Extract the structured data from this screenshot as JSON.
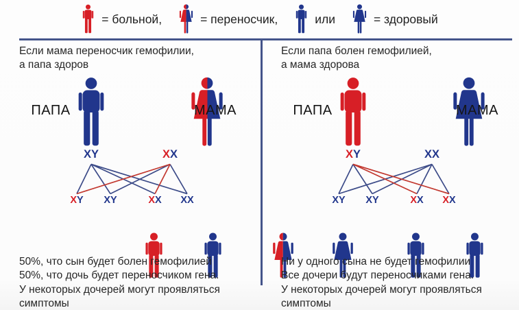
{
  "colors": {
    "red": "#d71f26",
    "blue": "#21368c",
    "line_red": "#c2382f",
    "line_blue": "#3c4b88",
    "divider": "#44548a"
  },
  "legend": {
    "items": [
      {
        "figure": {
          "type": "man",
          "status": "sick"
        },
        "label": "= больной,"
      },
      {
        "figure": {
          "type": "woman",
          "status": "carrier"
        },
        "label": "= переносчик,"
      },
      {
        "figure": {
          "type": "man",
          "status": "healthy"
        },
        "label": "или"
      },
      {
        "figure": {
          "type": "woman",
          "status": "healthy"
        },
        "label": "= здоровый"
      }
    ]
  },
  "panels": [
    {
      "header": [
        "Если мама переносчик гемофилии,",
        "а папа здоров"
      ],
      "father": {
        "label": "ПАПА",
        "figure": {
          "type": "man",
          "status": "healthy"
        },
        "karyotype": [
          {
            "ch": "X",
            "color": "blue"
          },
          {
            "ch": "Y",
            "color": "blue"
          }
        ]
      },
      "mother": {
        "label": "МАМА",
        "figure": {
          "type": "woman",
          "status": "carrier"
        },
        "karyotype": [
          {
            "ch": "X",
            "color": "red"
          },
          {
            "ch": "X",
            "color": "blue"
          }
        ]
      },
      "lines": [
        {
          "from": "father",
          "to": 0,
          "color": "blue"
        },
        {
          "from": "father",
          "to": 1,
          "color": "blue"
        },
        {
          "from": "father",
          "to": 2,
          "color": "blue"
        },
        {
          "from": "father",
          "to": 3,
          "color": "blue"
        },
        {
          "from": "mother",
          "to": 1,
          "color": "blue"
        },
        {
          "from": "mother",
          "to": 3,
          "color": "blue"
        },
        {
          "from": "mother",
          "to": 0,
          "color": "red"
        },
        {
          "from": "mother",
          "to": 2,
          "color": "red"
        }
      ],
      "children": [
        {
          "karyotype": [
            {
              "ch": "X",
              "color": "red"
            },
            {
              "ch": "Y",
              "color": "blue"
            }
          ],
          "figure": {
            "type": "man",
            "status": "sick"
          }
        },
        {
          "karyotype": [
            {
              "ch": "X",
              "color": "blue"
            },
            {
              "ch": "Y",
              "color": "blue"
            }
          ],
          "figure": {
            "type": "man",
            "status": "healthy"
          }
        },
        {
          "karyotype": [
            {
              "ch": "X",
              "color": "red"
            },
            {
              "ch": "X",
              "color": "blue"
            }
          ],
          "figure": {
            "type": "woman",
            "status": "carrier"
          }
        },
        {
          "karyotype": [
            {
              "ch": "X",
              "color": "blue"
            },
            {
              "ch": "X",
              "color": "blue"
            }
          ],
          "figure": {
            "type": "woman",
            "status": "healthy"
          }
        }
      ],
      "result": [
        "50%, что сын будет болен гемофилией",
        "50%, что дочь будет переносчиком гена.",
        "У некоторых дочерей могут проявляться",
        "симптомы"
      ]
    },
    {
      "header": [
        "Если папа болен гемофилией,",
        "а мама здорова"
      ],
      "father": {
        "label": "ПАПА",
        "figure": {
          "type": "man",
          "status": "sick"
        },
        "karyotype": [
          {
            "ch": "X",
            "color": "red"
          },
          {
            "ch": "Y",
            "color": "blue"
          }
        ]
      },
      "mother": {
        "label": "МАМА",
        "figure": {
          "type": "woman",
          "status": "healthy"
        },
        "karyotype": [
          {
            "ch": "X",
            "color": "blue"
          },
          {
            "ch": "X",
            "color": "blue"
          }
        ]
      },
      "lines": [
        {
          "from": "father",
          "to": 0,
          "color": "blue"
        },
        {
          "from": "father",
          "to": 1,
          "color": "blue"
        },
        {
          "from": "mother",
          "to": 0,
          "color": "blue"
        },
        {
          "from": "mother",
          "to": 1,
          "color": "blue"
        },
        {
          "from": "mother",
          "to": 2,
          "color": "blue"
        },
        {
          "from": "mother",
          "to": 3,
          "color": "blue"
        },
        {
          "from": "father",
          "to": 2,
          "color": "red"
        },
        {
          "from": "father",
          "to": 3,
          "color": "red"
        }
      ],
      "children": [
        {
          "karyotype": [
            {
              "ch": "X",
              "color": "blue"
            },
            {
              "ch": "Y",
              "color": "blue"
            }
          ],
          "figure": {
            "type": "man",
            "status": "healthy"
          }
        },
        {
          "karyotype": [
            {
              "ch": "X",
              "color": "blue"
            },
            {
              "ch": "Y",
              "color": "blue"
            }
          ],
          "figure": {
            "type": "man",
            "status": "healthy"
          }
        },
        {
          "karyotype": [
            {
              "ch": "X",
              "color": "red"
            },
            {
              "ch": "X",
              "color": "blue"
            }
          ],
          "figure": {
            "type": "woman",
            "status": "carrier"
          }
        },
        {
          "karyotype": [
            {
              "ch": "X",
              "color": "red"
            },
            {
              "ch": "X",
              "color": "blue"
            }
          ],
          "figure": {
            "type": "woman",
            "status": "carrier"
          }
        }
      ],
      "result": [
        "Ни у одного сына не будет гемофилии",
        "Все дочери будут переносчиками гена.",
        "У некоторых дочерей могут проявляться",
        "симптомы"
      ]
    }
  ]
}
